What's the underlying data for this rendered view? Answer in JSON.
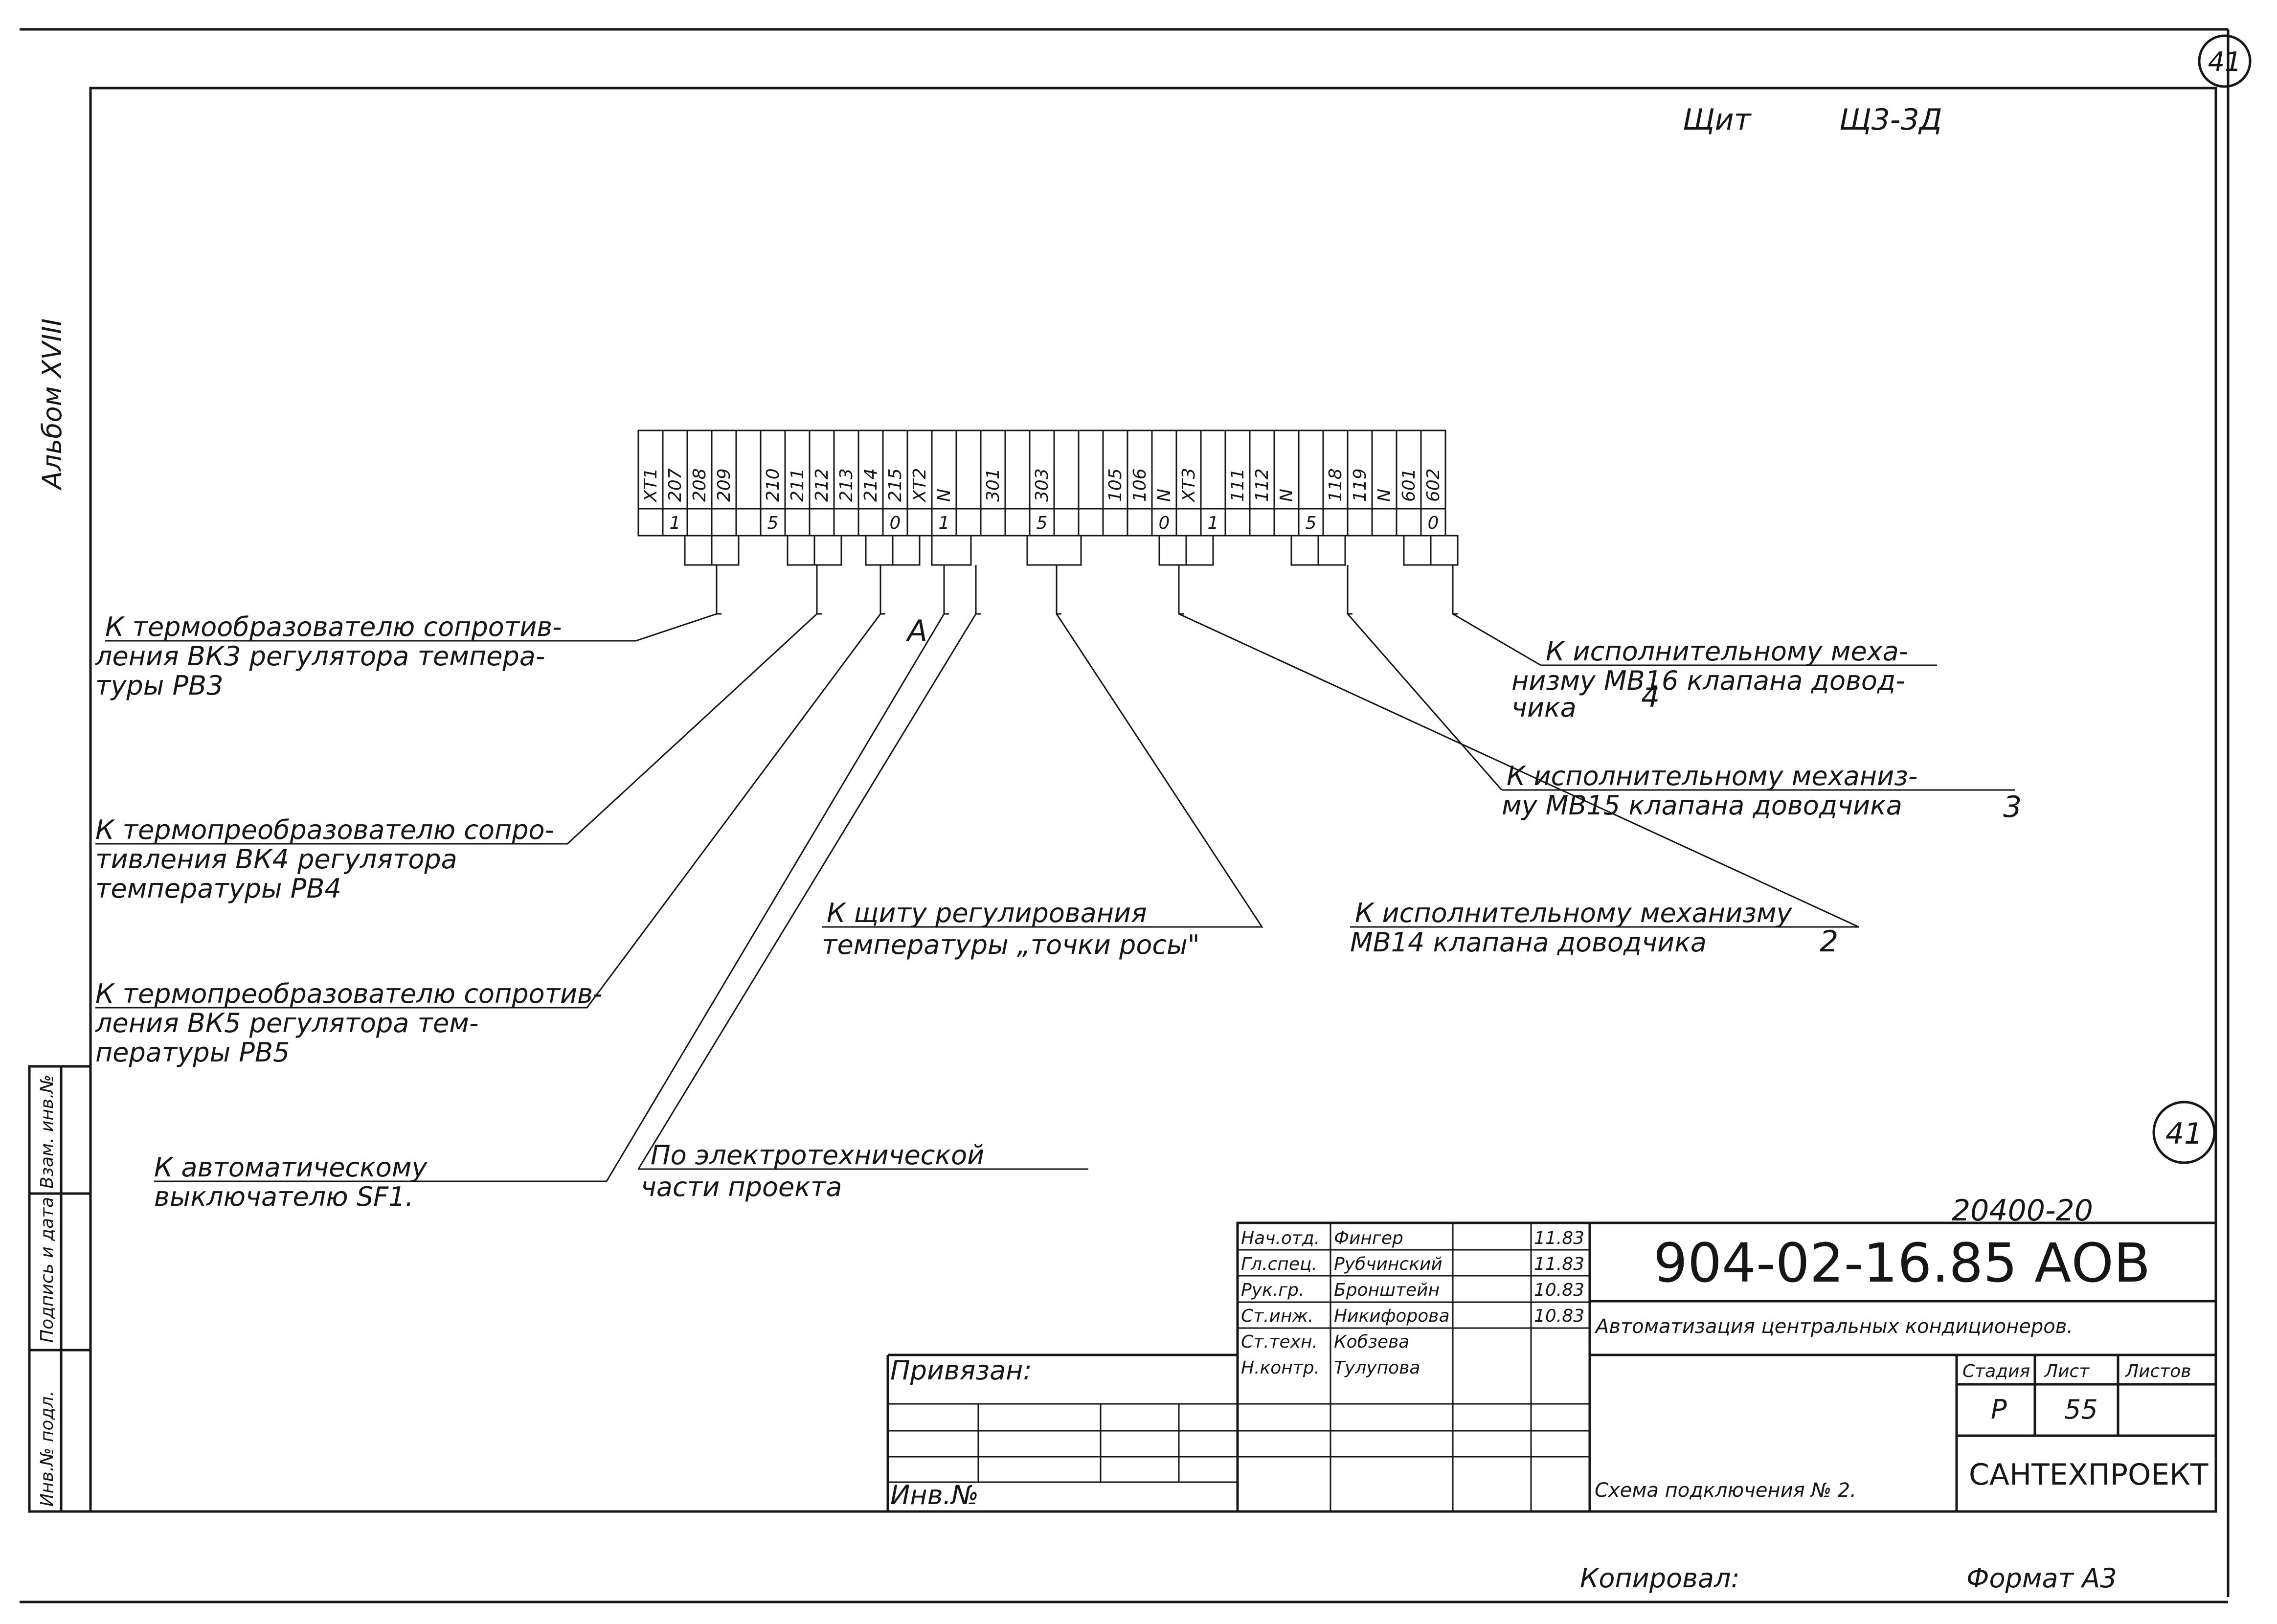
{
  "page_number": "41",
  "album_label": "Альбом XVIII",
  "panel_title": {
    "word": "Щит",
    "name": "Щ3-3Д"
  },
  "terminal_strip": {
    "top_labels": [
      "ХТ1",
      "207",
      "208",
      "209",
      "",
      "210",
      "211",
      "212",
      "213",
      "214",
      "215",
      "ХТ2",
      "N",
      "",
      "301",
      "",
      "303",
      "",
      "",
      "105",
      "106",
      "N",
      "ХТ3",
      "",
      "111",
      "112",
      "N",
      "",
      "118",
      "119",
      "N",
      "601",
      "602"
    ],
    "bottom_labels": [
      "",
      "1",
      "",
      "",
      "",
      "5",
      "",
      "",
      "",
      "",
      "0",
      "",
      "1",
      "",
      "",
      "",
      "5",
      "",
      "",
      "",
      "",
      "0",
      "",
      "1",
      "",
      "",
      "",
      "5",
      "",
      "",
      "",
      "",
      "0"
    ]
  },
  "phase_mark": "А",
  "callouts": {
    "bk3": {
      "l1": "К термообразователю сопротив-",
      "l2": "ления ВК3 регулятора темпера-",
      "l3": "туры РВ3"
    },
    "bk4": {
      "l1": "К термопреобразователю сопро-",
      "l2": "тивления ВК4 регулятора",
      "l3": "температуры РВ4"
    },
    "bk5": {
      "l1": "К термопреобразователю сопротив-",
      "l2": "ления ВК5 регулятора тем-",
      "l3": "пературы РВ5"
    },
    "sf1": {
      "l1": "К автоматическому",
      "l2": "выключателю SF1."
    },
    "elec": {
      "l1": "По электротехнической",
      "l2": "части проекта"
    },
    "dew": {
      "l1": "К щиту регулирования",
      "l2": "температуры „точки росы\""
    },
    "mb16": {
      "l1": "К исполнительному меха-",
      "l2": "низму МВ16 клапана довод-",
      "l3": "чика",
      "num": "4"
    },
    "mb15": {
      "l1": "К исполнительному механиз-",
      "l2": "му МВ15 клапана доводчика",
      "num": "3"
    },
    "mb14": {
      "l1": "К исполнительному механизму",
      "l2": "МВ14 клапана доводчика",
      "num": "2"
    }
  },
  "stamp_circle": "41",
  "drawing_number": "20400-20",
  "title_block": {
    "code": "904-02-16.85 АОВ",
    "project_title": "Автоматизация центральных кондиционеров.",
    "sheet_title": "Схема подключения № 2.",
    "organization": "САНТЕХПРОЕКТ",
    "roles": [
      {
        "role": "Нач.отд.",
        "name": "Фингер",
        "date": "11.83"
      },
      {
        "role": "Гл.спец.",
        "name": "Рубчинский",
        "date": "11.83"
      },
      {
        "role": "Рук.гр.",
        "name": "Бронштейн",
        "date": "10.83"
      },
      {
        "role": "Ст.инж.",
        "name": "Никифорова",
        "date": "10.83"
      },
      {
        "role": "Ст.техн.",
        "name": "Кобзева",
        "date": ""
      },
      {
        "role": "Н.контр.",
        "name": "Тулупова",
        "date": ""
      }
    ],
    "stage_header": "Стадия",
    "sheet_header": "Лист",
    "sheets_header": "Листов",
    "stage": "Р",
    "sheet": "55",
    "sheets": ""
  },
  "privyazan": "Привязан:",
  "inv_no": "Инв.№",
  "side_columns": [
    "Инв.№ подл.",
    "Подпись и дата",
    "Взам. инв.№"
  ],
  "footer": {
    "copied": "Копировал:",
    "format": "Формат А3"
  }
}
